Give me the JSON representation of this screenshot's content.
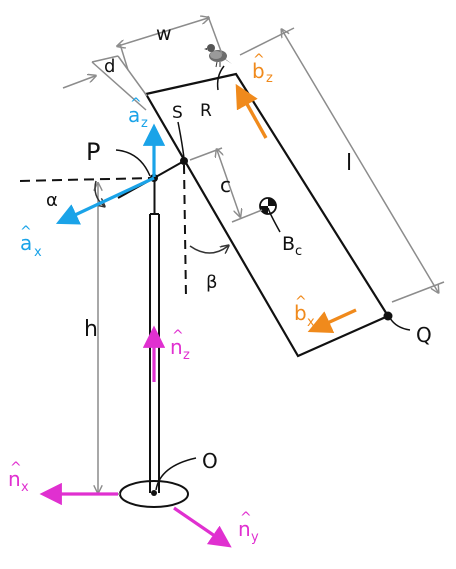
{
  "colors": {
    "ink": "#111111",
    "dim": "#8c8c8c",
    "blue": "#1aa3e8",
    "magenta": "#e030d0",
    "orange": "#f08a1c"
  },
  "labels": {
    "w": "w",
    "d": "d",
    "l": "l",
    "h": "h",
    "c": "c",
    "s": "S",
    "r": "R",
    "p": "P",
    "q": "Q",
    "o": "O",
    "bc_main": "B",
    "bc_sub": "c",
    "alpha": "α",
    "beta": "β"
  },
  "vectors": {
    "a_z": {
      "hat": "^",
      "base": "a",
      "sub": "z"
    },
    "a_x": {
      "hat": "^",
      "base": "a",
      "sub": "x"
    },
    "b_z": {
      "hat": "^",
      "base": "b",
      "sub": "z"
    },
    "b_x": {
      "hat": "^",
      "base": "b",
      "sub": "x"
    },
    "n_z": {
      "hat": "^",
      "base": "n",
      "sub": "z"
    },
    "n_x": {
      "hat": "^",
      "base": "n",
      "sub": "x"
    },
    "n_y": {
      "hat": "^",
      "base": "n",
      "sub": "y"
    }
  },
  "icons": {
    "bird": "bird-icon",
    "mass_center": "mass-center-icon"
  }
}
